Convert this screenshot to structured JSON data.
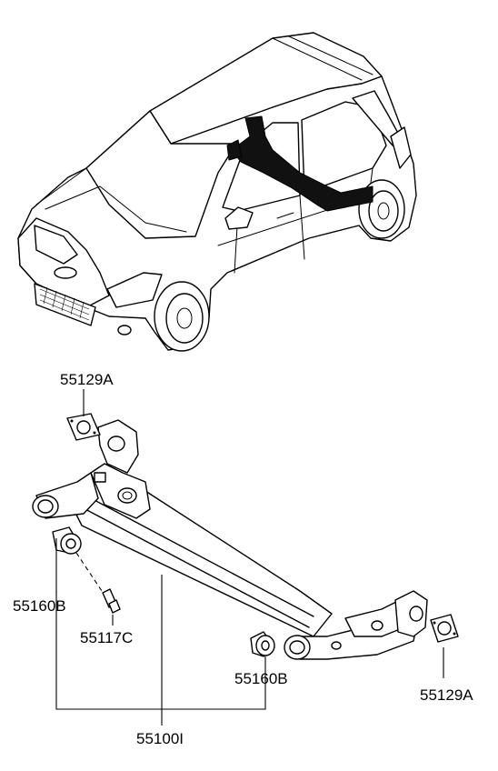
{
  "parts": {
    "gasket_top": "55129A",
    "gasket_right": "55129A",
    "bushing_left": "55160B",
    "bushing_right": "55160B",
    "bolt": "55117C",
    "axle_assy": "55100I"
  }
}
